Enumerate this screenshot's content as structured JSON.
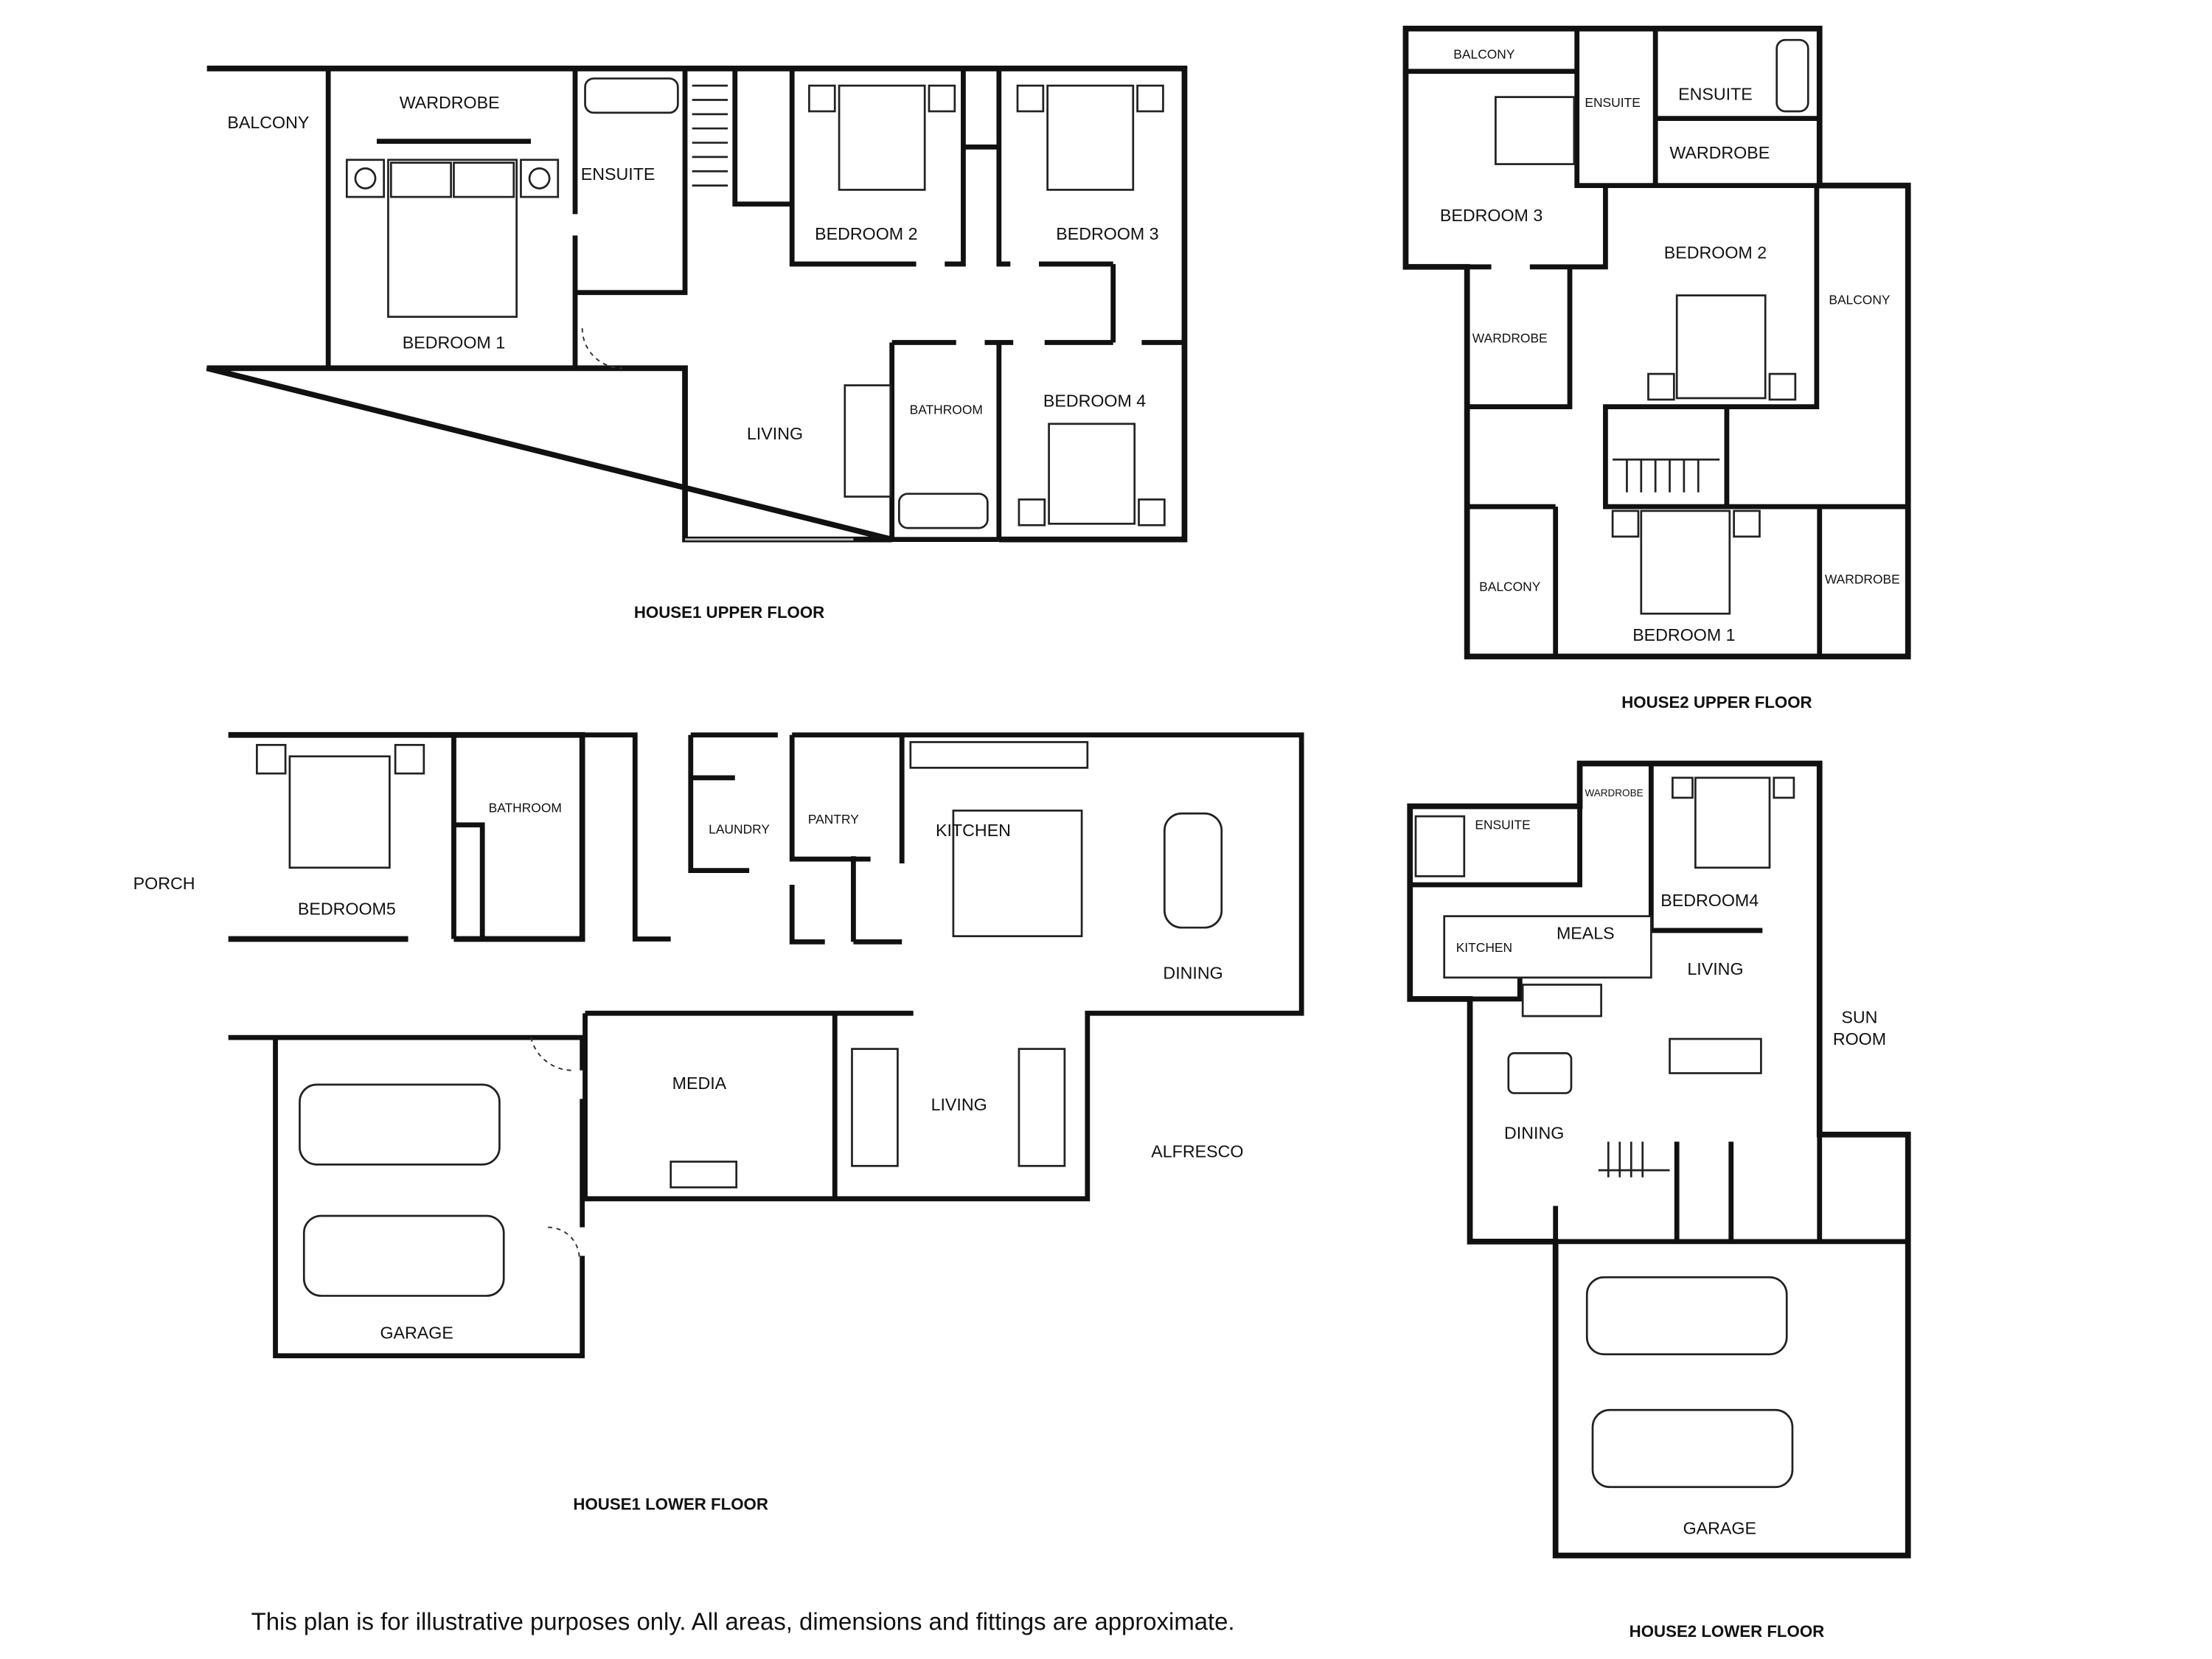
{
  "plans": {
    "house1_upper": {
      "title": "HOUSE1 UPPER FLOOR",
      "rooms": [
        "BALCONY",
        "WARDROBE",
        "ENSUITE",
        "BEDROOM 1",
        "BEDROOM 2",
        "BEDROOM 3",
        "BATHROOM",
        "BEDROOM 4",
        "LIVING"
      ]
    },
    "house2_upper": {
      "title": "HOUSE2 UPPER FLOOR",
      "rooms": [
        "BALCONY",
        "ENSUITE",
        "ENSUITE",
        "WARDROBE",
        "BEDROOM 3",
        "BEDROOM 2",
        "WARDROBE",
        "BALCONY",
        "BALCONY",
        "BEDROOM 1",
        "WARDROBE"
      ]
    },
    "house1_lower": {
      "title": "HOUSE1 LOWER FLOOR",
      "rooms": [
        "PORCH",
        "BEDROOM5",
        "BATHROOM",
        "LAUNDRY",
        "PANTRY",
        "KITCHEN",
        "DINING",
        "MEDIA",
        "LIVING",
        "ALFRESCO",
        "GARAGE"
      ]
    },
    "house2_lower": {
      "title": "HOUSE2 LOWER FLOOR",
      "rooms": [
        "ENSUITE",
        "WARDROBE",
        "BEDROOM4",
        "KITCHEN",
        "MEALS",
        "LIVING",
        "SUN",
        "ROOM",
        "DINING",
        "GARAGE"
      ]
    }
  },
  "disclaimer": "This plan is for illustrative purposes only. All areas, dimensions and fittings are approximate."
}
